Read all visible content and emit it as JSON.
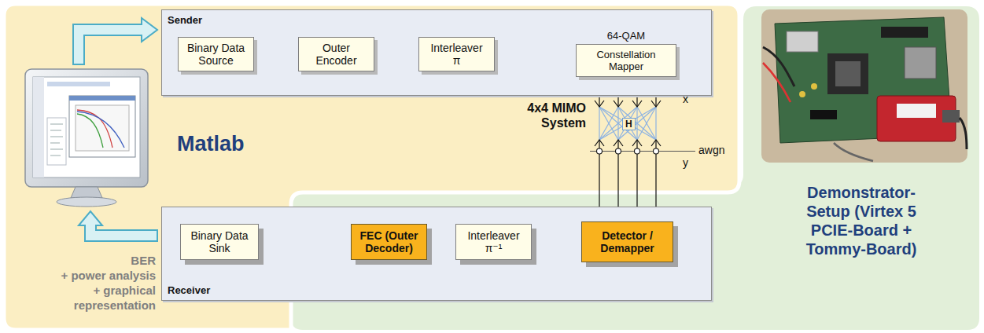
{
  "diagram": {
    "nodes": [
      {
        "text": [
          "Sender"
        ]
      },
      {
        "text": [
          "Binary Data Source"
        ],
        "in": 0
      },
      {
        "text": [
          "Outer Encoder"
        ],
        "in": 0
      },
      {
        "text": [
          "Interleaver",
          "π"
        ],
        "in": 0
      },
      {
        "text": [
          "64-QAM",
          "Constellation Mapper"
        ],
        "in": 0
      },
      {
        "text": [
          "Receiver"
        ]
      },
      {
        "text": [
          "Binary Data Sink"
        ],
        "in": 5
      },
      {
        "text": [
          "FEC (Outer Decoder)"
        ],
        "in": 5
      },
      {
        "text": [
          "Interleaver",
          "π⁻¹"
        ],
        "in": 5
      },
      {
        "text": [
          "Detector / Demapper"
        ],
        "in": 5
      }
    ],
    "edges": [
      {
        "from": 1,
        "to": 2,
        "arrow": "to"
      },
      {
        "from": 2,
        "to": 3,
        "arrow": "to"
      },
      {
        "from": 3,
        "to": 4,
        "arrow": "to"
      },
      {
        "from": 9,
        "to": 8,
        "arrow": "to"
      },
      {
        "from": 8,
        "to": 7,
        "arrow": "to"
      }
    ],
    "labels": [
      "Matlab",
      "4x4 MIMO System",
      "H",
      "x",
      "awgn",
      "y",
      "BER",
      "+ power analysis",
      "+ graphical representation",
      "Demonstrator-Setup (Virtex 5 PCIE-Board + Tommy-Board)"
    ]
  }
}
